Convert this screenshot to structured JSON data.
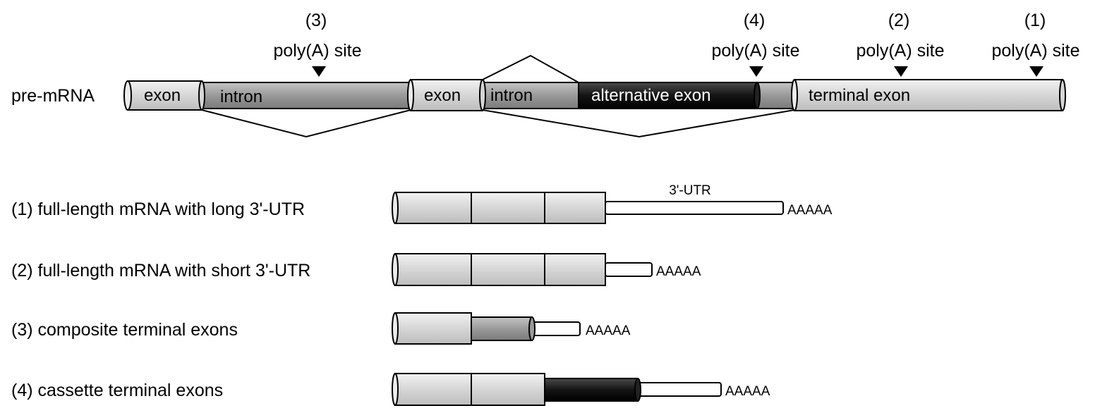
{
  "colors": {
    "exon": "#dcdcdc",
    "intron": "#a0a0a0",
    "alternative_exon": "#1a1a1a",
    "utr": "#ffffff",
    "stroke": "#000000"
  },
  "poly_a_sites": [
    {
      "number": "(3)",
      "label": "poly(A) site"
    },
    {
      "number": "(4)",
      "label": "poly(A) site"
    },
    {
      "number": "(2)",
      "label": "poly(A) site"
    },
    {
      "number": "(1)",
      "label": "poly(A) site"
    }
  ],
  "pre_mrna": {
    "label": "pre-mRNA",
    "segments": {
      "exon1": "exon",
      "intron1": "intron",
      "exon2": "exon",
      "intron2": "intron",
      "alternative_exon": "alternative exon",
      "terminal_exon": "terminal exon"
    }
  },
  "isoforms": [
    {
      "label": "(1) full-length mRNA with long 3'-UTR",
      "utr_label": "3'-UTR",
      "tail": "AAAAA"
    },
    {
      "label": "(2) full-length mRNA with short 3'-UTR",
      "tail": "AAAAA"
    },
    {
      "label": "(3) composite terminal exons",
      "tail": "AAAAA"
    },
    {
      "label": "(4) cassette terminal exons",
      "tail": "AAAAA"
    }
  ]
}
